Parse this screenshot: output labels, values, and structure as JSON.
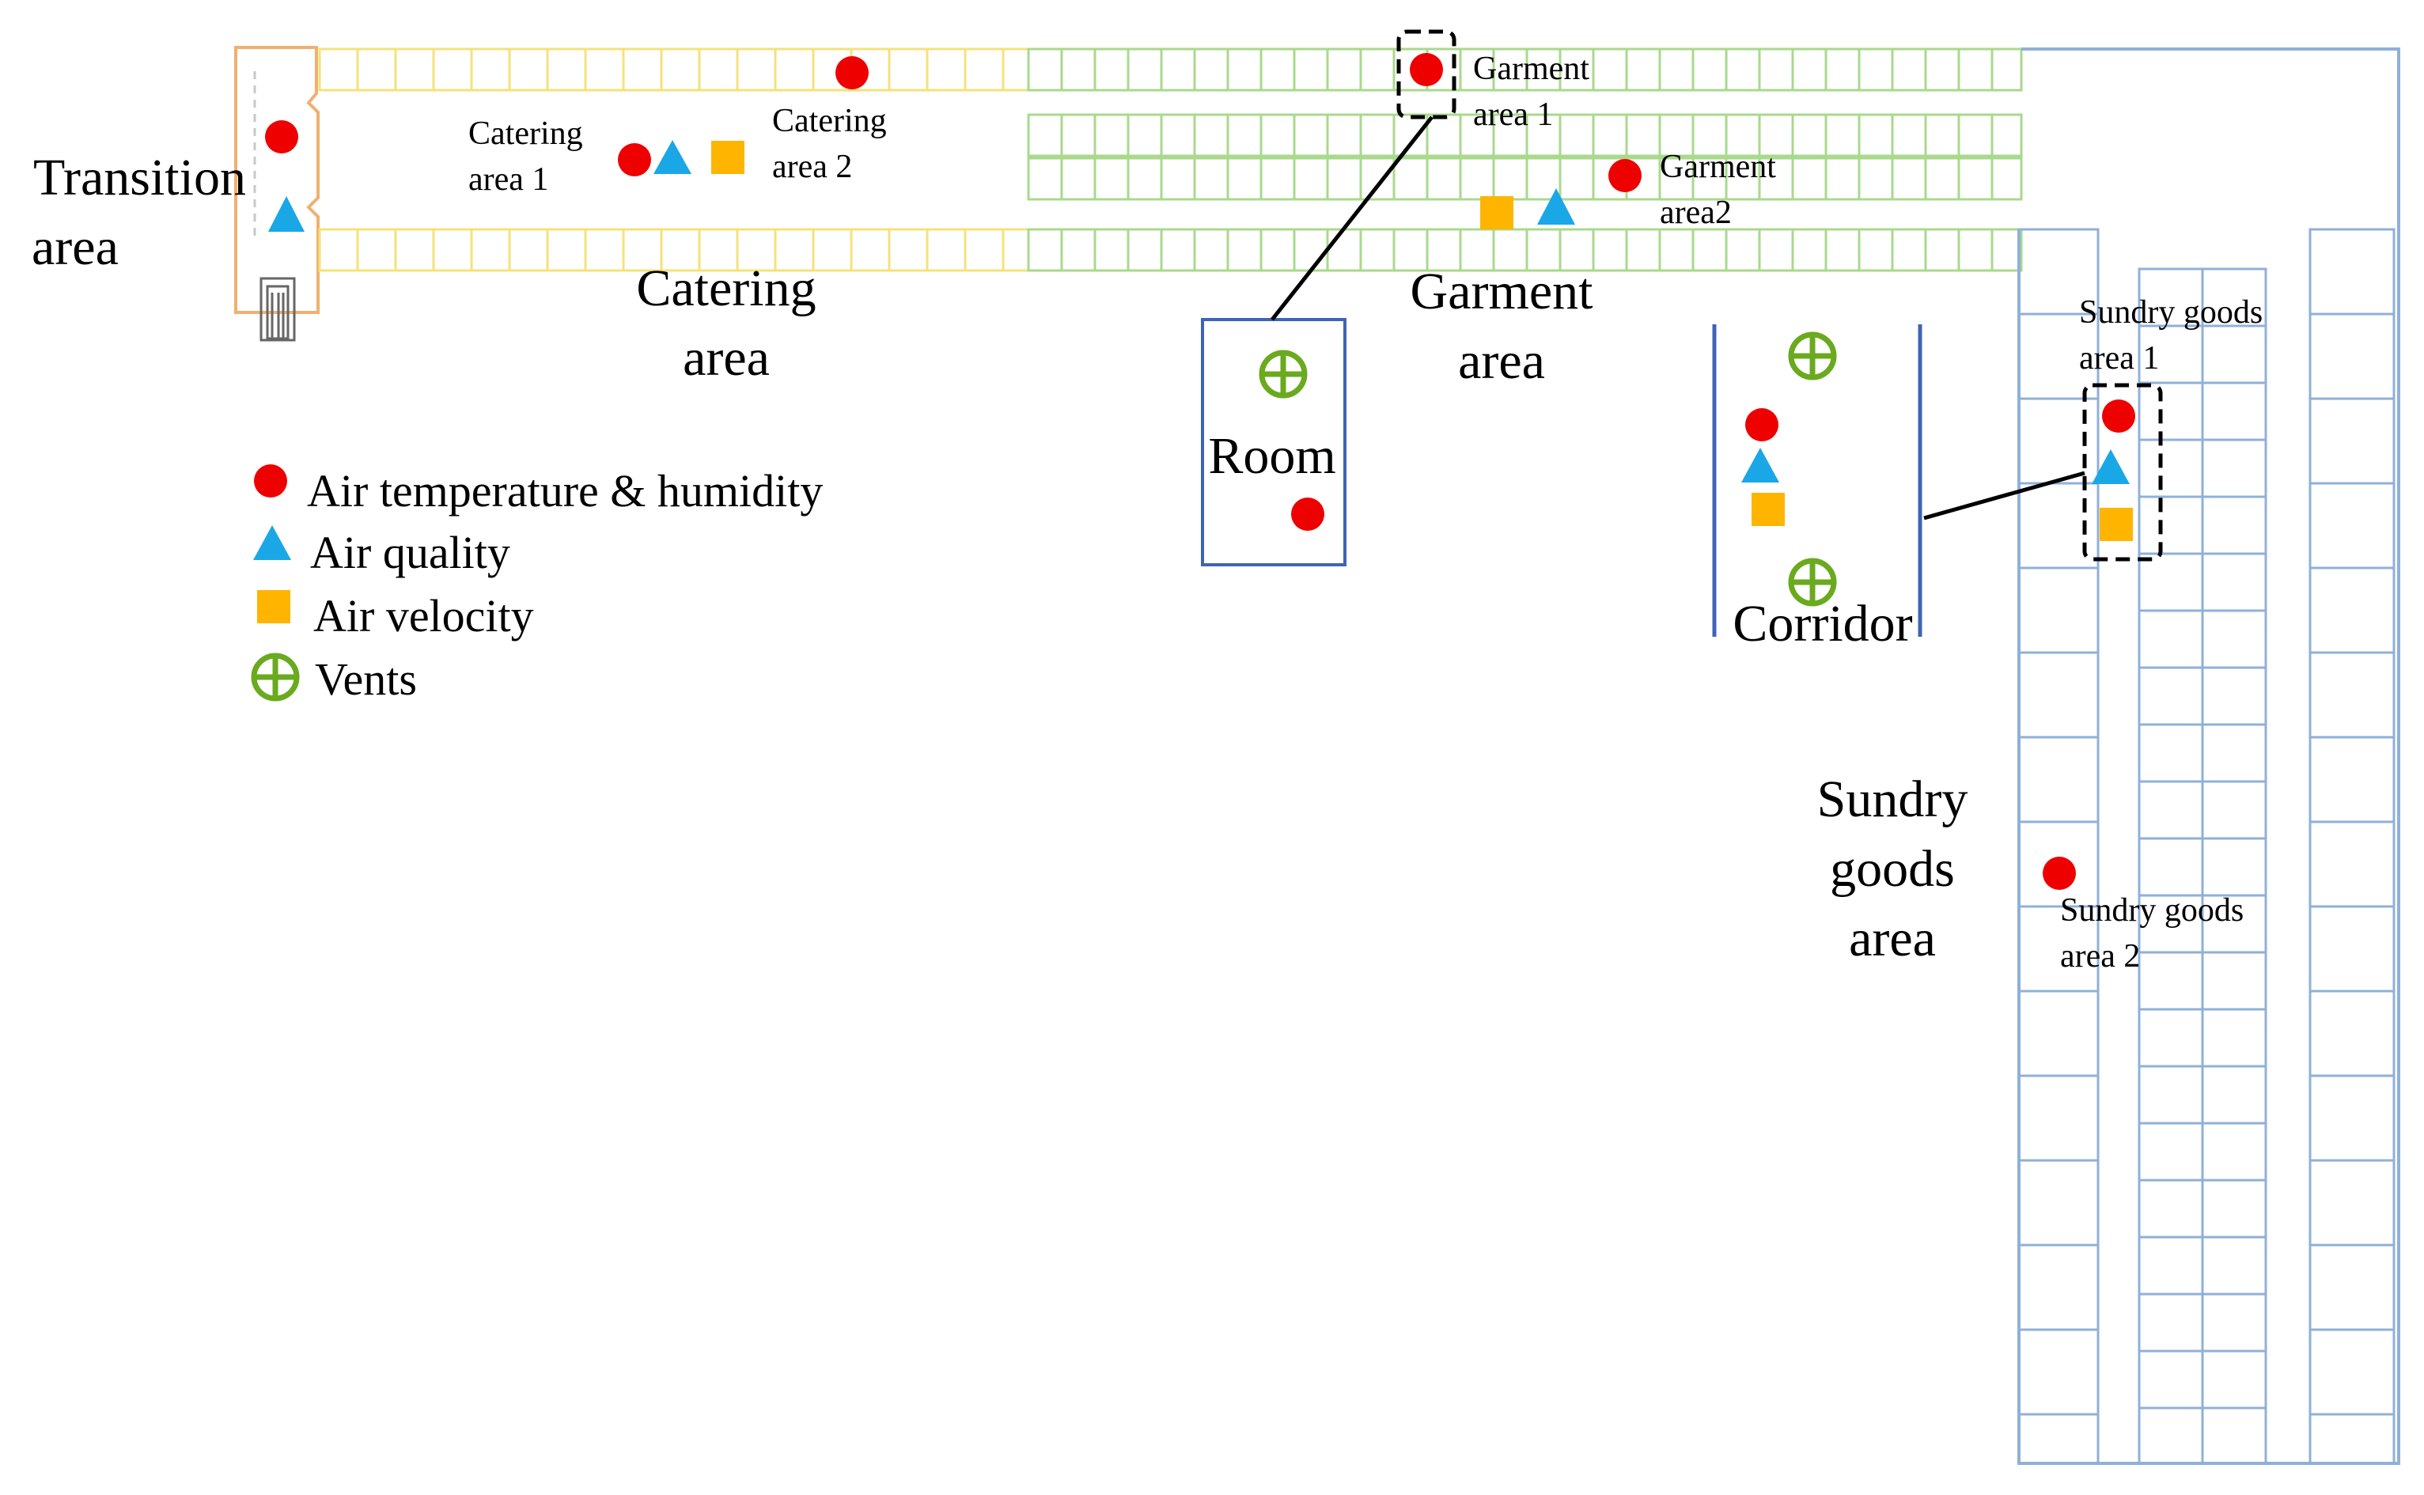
{
  "colors": {
    "sensor_temp_humidity": "#ee0000",
    "sensor_air_quality": "#1aa7e6",
    "sensor_air_velocity": "#ffb400",
    "vent": "#6aaa1e",
    "catering_shelves": "#f4e27a",
    "garment_shelves": "#a9d98c",
    "sundry_shelves": "#8fb0d8",
    "transition_wall": "#f0b070",
    "room_border": "#3f63b8",
    "corridor_wall": "#3f63b8",
    "leader_line": "#000000"
  },
  "icons": {
    "temperature_humidity": "red-circle",
    "air_quality": "blue-triangle",
    "air_velocity": "orange-square",
    "vent": "green-circled-plus"
  },
  "areas": {
    "transition": [
      "Transition",
      "area"
    ],
    "catering": [
      "Catering",
      "area"
    ],
    "garment": [
      "Garment",
      "area"
    ],
    "room": "Room",
    "corridor": "Corridor",
    "sundry": [
      "Sundry",
      "goods",
      "area"
    ]
  },
  "sublabels": {
    "catering_1": [
      "Catering",
      "area 1"
    ],
    "catering_2": [
      "Catering",
      "area 2"
    ],
    "garment_1": [
      "Garment",
      "area 1"
    ],
    "garment_2": [
      "Garment",
      "area2"
    ],
    "sundry_1": [
      "Sundry goods",
      "area 1"
    ],
    "sundry_2": [
      "Sundry goods",
      "area 2"
    ]
  },
  "legend": {
    "items": [
      {
        "label": "Air temperature & humidity",
        "icon": "red-circle"
      },
      {
        "label": "Air quality",
        "icon": "blue-triangle"
      },
      {
        "label": "Air velocity",
        "icon": "orange-square"
      },
      {
        "label": "Vents",
        "icon": "green-circled-plus"
      }
    ]
  }
}
